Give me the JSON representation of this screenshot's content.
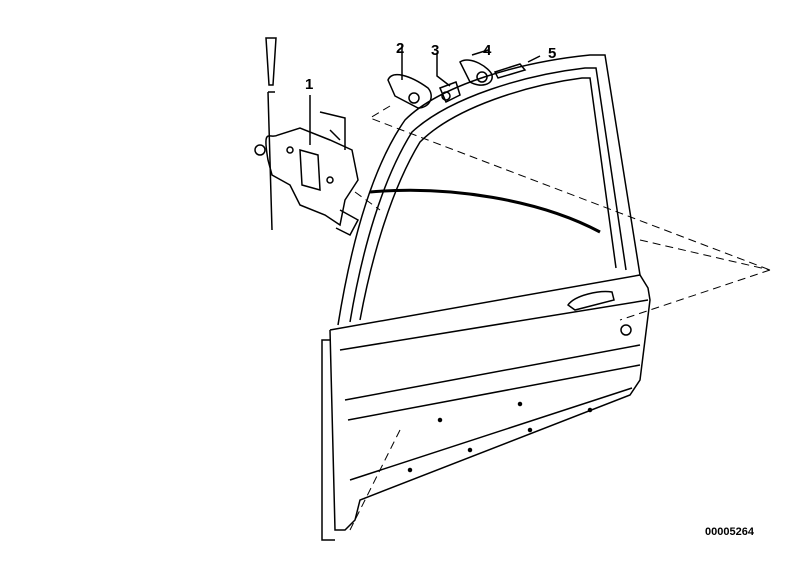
{
  "diagram": {
    "part_labels": [
      "1",
      "2",
      "3",
      "4",
      "5"
    ],
    "drawing_number": "00005264"
  }
}
